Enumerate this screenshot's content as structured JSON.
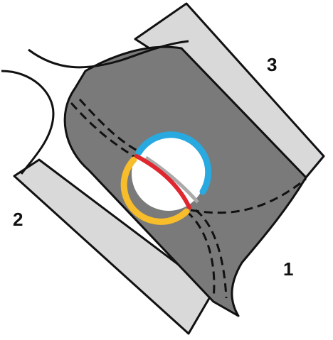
{
  "labels": {
    "piece_1": "1",
    "piece_2": "2",
    "piece_3": "3"
  },
  "colors": {
    "sheet_fill": "#d9d9d9",
    "center_fill": "#7a7a7a",
    "outline": "#111111",
    "hole_fill": "#ffffff",
    "arc_blue": "#28a9e0",
    "arc_yellow": "#f7bd2a",
    "arc_red": "#e0262e",
    "seam_shadow": "#aaaaaa"
  }
}
